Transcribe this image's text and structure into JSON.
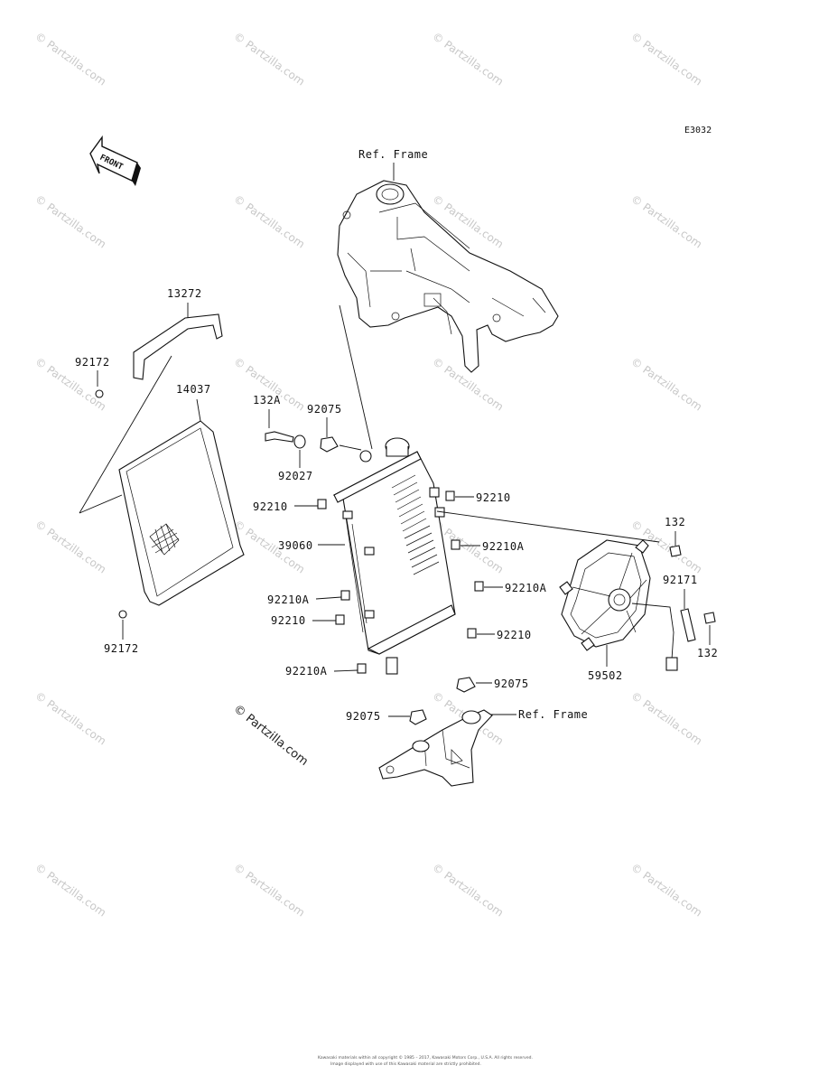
{
  "diagram": {
    "code": "E3032",
    "front_label": "FRONT",
    "ref_frame_top": "Ref. Frame",
    "ref_frame_bottom": "Ref. Frame",
    "copyright": "© Partzilla.com",
    "watermark": "© Partzilla.com",
    "footer_line1": "Kawasaki materials within all copyright © 1985 – 2017, Kawasaki Motors Corp., U.S.A. All rights reserved.",
    "footer_line2": "Image displayed with use of this Kawasaki material are strictly prohibited.",
    "parts": [
      {
        "label": "13272"
      },
      {
        "label": "92172"
      },
      {
        "label": "14037"
      },
      {
        "label": "92172"
      },
      {
        "label": "132A"
      },
      {
        "label": "92075"
      },
      {
        "label": "92027"
      },
      {
        "label": "92210"
      },
      {
        "label": "39060"
      },
      {
        "label": "92210A"
      },
      {
        "label": "92210"
      },
      {
        "label": "92210A"
      },
      {
        "label": "92210"
      },
      {
        "label": "92210A"
      },
      {
        "label": "92210A"
      },
      {
        "label": "92210"
      },
      {
        "label": "92075"
      },
      {
        "label": "92075"
      },
      {
        "label": "132"
      },
      {
        "label": "92171"
      },
      {
        "label": "132"
      },
      {
        "label": "59502"
      }
    ]
  }
}
